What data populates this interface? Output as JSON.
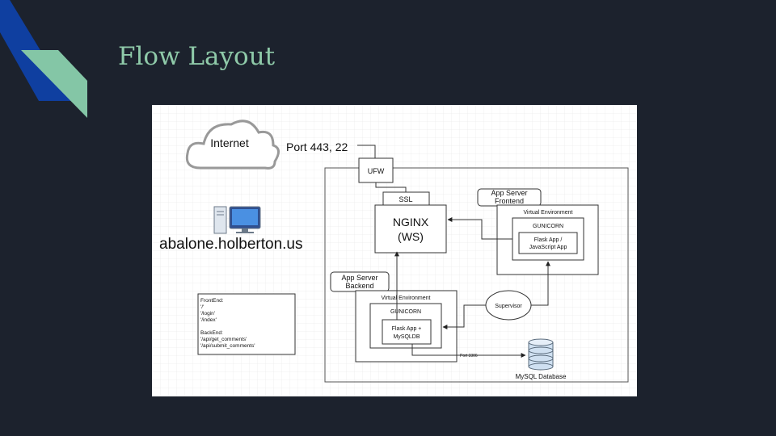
{
  "slide": {
    "title": "Flow Layout",
    "accent_colors": [
      "#0f3fa0",
      "#84c6a6"
    ]
  },
  "diagram": {
    "internet": "Internet",
    "ports": "Port 443, 22",
    "ufw": "UFW",
    "ssl": "SSL",
    "nginx": [
      "NGINX",
      "(WS)"
    ],
    "domain": "abalone.holberton.us",
    "frontend": {
      "label": [
        "App Server",
        "Frontend"
      ],
      "venv": "Virtual Environment",
      "gunicorn": "GUNICORN",
      "app": [
        "Flask App /",
        "JavaScript App"
      ]
    },
    "backend": {
      "label": [
        "App Server",
        "Backend"
      ],
      "venv": "Virtual Environment",
      "gunicorn": "GUNICORN",
      "app": [
        "Flask App +",
        "MySQLDB"
      ]
    },
    "supervisor": "Supervisor",
    "db_port": "Port 3306",
    "database": "MySQL Database",
    "routes": [
      "FrontEnd:",
      "'/'",
      "'/login'",
      "'/index'",
      "",
      "BackEnd:",
      "'/api/get_comments'",
      "'/api/submit_comments'"
    ]
  }
}
